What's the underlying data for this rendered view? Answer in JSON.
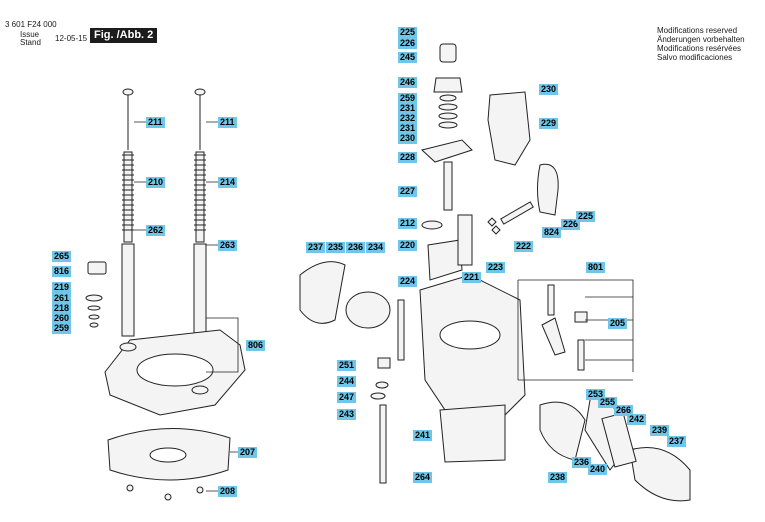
{
  "header": {
    "doc_number": "3 601 F24 000",
    "issue_label": "Issue",
    "stand_label": "Stand",
    "date": "12-05-15",
    "figure_label": "Fig. /Abb. 2"
  },
  "modifications": [
    "Modifications reserved",
    "Änderungen vorbehalten",
    "Modifications resérvées",
    "Salvo modificaciones"
  ],
  "colors": {
    "label_bg": "#6fc6e8",
    "line": "#222222",
    "part_fill": "#f4f4f4"
  },
  "labels": [
    {
      "id": "225a",
      "text": "225"
    },
    {
      "id": "226a",
      "text": "226"
    },
    {
      "id": "245",
      "text": "245"
    },
    {
      "id": "246",
      "text": "246"
    },
    {
      "id": "259a",
      "text": "259"
    },
    {
      "id": "231a",
      "text": "231"
    },
    {
      "id": "232",
      "text": "232"
    },
    {
      "id": "231b",
      "text": "231"
    },
    {
      "id": "230a",
      "text": "230"
    },
    {
      "id": "228",
      "text": "228"
    },
    {
      "id": "227",
      "text": "227"
    },
    {
      "id": "212",
      "text": "212"
    },
    {
      "id": "220",
      "text": "220"
    },
    {
      "id": "223",
      "text": "223"
    },
    {
      "id": "222",
      "text": "222"
    },
    {
      "id": "221",
      "text": "221"
    },
    {
      "id": "230b",
      "text": "230"
    },
    {
      "id": "229",
      "text": "229"
    },
    {
      "id": "824",
      "text": "824"
    },
    {
      "id": "226b",
      "text": "226"
    },
    {
      "id": "225b",
      "text": "225"
    },
    {
      "id": "211a",
      "text": "211"
    },
    {
      "id": "211b",
      "text": "211"
    },
    {
      "id": "210",
      "text": "210"
    },
    {
      "id": "214",
      "text": "214"
    },
    {
      "id": "262",
      "text": "262"
    },
    {
      "id": "263",
      "text": "263"
    },
    {
      "id": "265",
      "text": "265"
    },
    {
      "id": "816",
      "text": "816"
    },
    {
      "id": "219",
      "text": "219"
    },
    {
      "id": "261",
      "text": "261"
    },
    {
      "id": "218",
      "text": "218"
    },
    {
      "id": "260",
      "text": "260"
    },
    {
      "id": "259b",
      "text": "259"
    },
    {
      "id": "806",
      "text": "806"
    },
    {
      "id": "207",
      "text": "207"
    },
    {
      "id": "208",
      "text": "208"
    },
    {
      "id": "237a",
      "text": "237"
    },
    {
      "id": "235",
      "text": "235"
    },
    {
      "id": "236a",
      "text": "236"
    },
    {
      "id": "234",
      "text": "234"
    },
    {
      "id": "224",
      "text": "224"
    },
    {
      "id": "801",
      "text": "801"
    },
    {
      "id": "205",
      "text": "205"
    },
    {
      "id": "251",
      "text": "251"
    },
    {
      "id": "244",
      "text": "244"
    },
    {
      "id": "247",
      "text": "247"
    },
    {
      "id": "243",
      "text": "243"
    },
    {
      "id": "241",
      "text": "241"
    },
    {
      "id": "264",
      "text": "264"
    },
    {
      "id": "253",
      "text": "253"
    },
    {
      "id": "255",
      "text": "255"
    },
    {
      "id": "266",
      "text": "266"
    },
    {
      "id": "242",
      "text": "242"
    },
    {
      "id": "239",
      "text": "239"
    },
    {
      "id": "237b",
      "text": "237"
    },
    {
      "id": "236b",
      "text": "236"
    },
    {
      "id": "240",
      "text": "240"
    },
    {
      "id": "238",
      "text": "238"
    }
  ]
}
